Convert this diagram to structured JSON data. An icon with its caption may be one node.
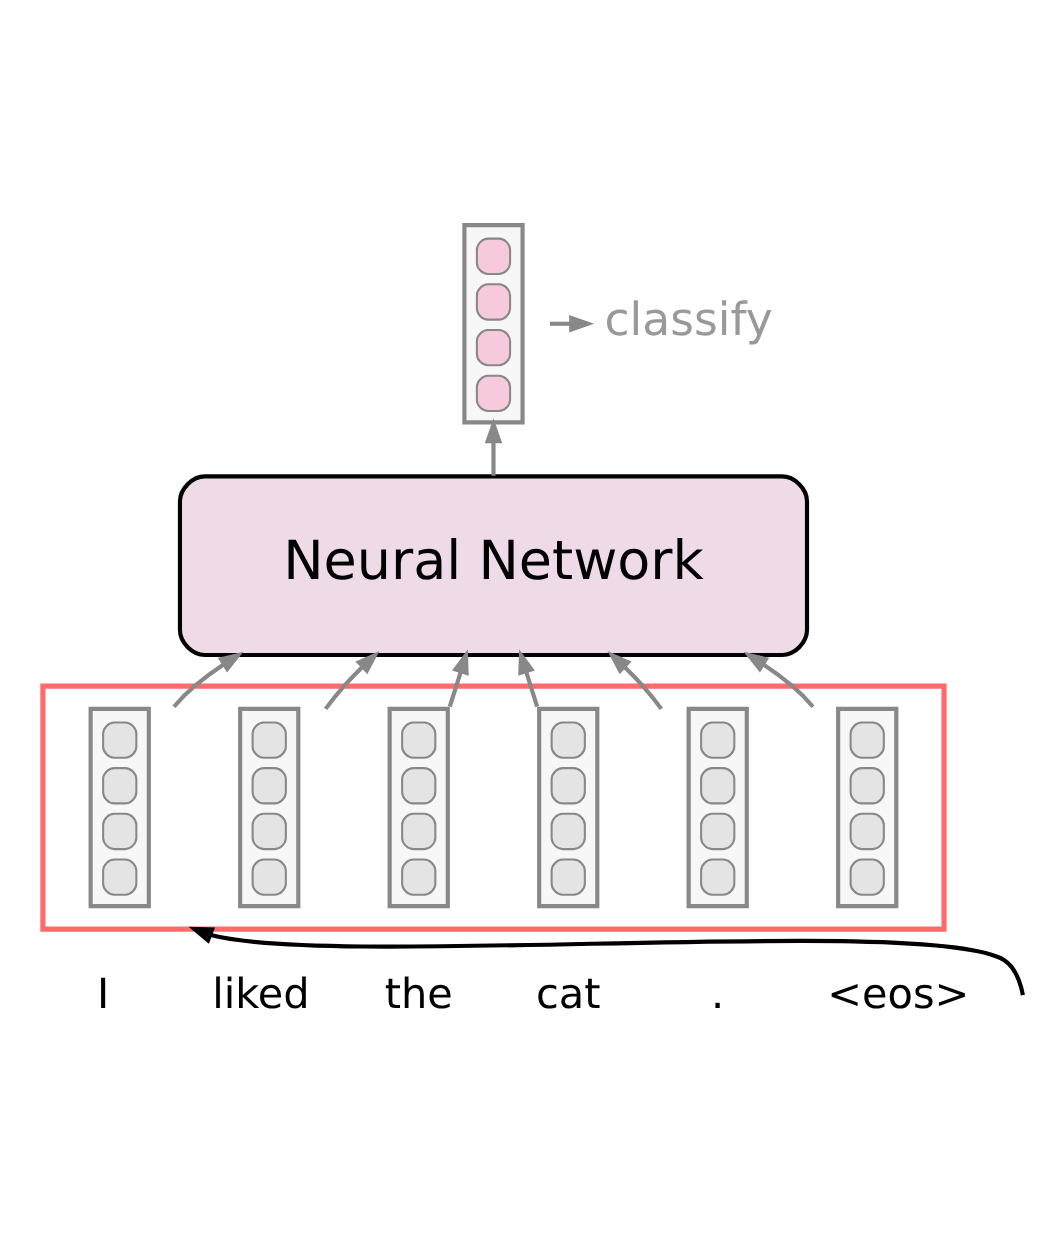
{
  "diagram": {
    "nodes": [
      {
        "text": [],
        "shape": "bar"
      },
      {
        "text": [
          "classify"
        ]
      },
      {
        "text": [
          "Neural Network"
        ]
      },
      {
        "text": [],
        "shape": "box"
      },
      {
        "text": [],
        "shape": "bar",
        "in": 3,
        "beside": [
          "I"
        ]
      },
      {
        "text": [],
        "shape": "bar",
        "in": 3,
        "beside": [
          "liked"
        ]
      },
      {
        "text": [],
        "shape": "bar",
        "in": 3,
        "beside": [
          "the"
        ]
      },
      {
        "text": [],
        "shape": "bar",
        "in": 3,
        "beside": [
          "cat"
        ]
      },
      {
        "text": [],
        "shape": "bar",
        "in": 3,
        "beside": [
          "."
        ]
      },
      {
        "text": [],
        "shape": "bar",
        "in": 3,
        "beside": [
          "<eos>"
        ]
      }
    ],
    "edges": [
      {
        "from": 4,
        "to": 2,
        "arrow": "to"
      },
      {
        "from": 5,
        "to": 2,
        "arrow": "to"
      },
      {
        "from": 6,
        "to": 2,
        "arrow": "to"
      },
      {
        "from": 7,
        "to": 2,
        "arrow": "to"
      },
      {
        "from": 8,
        "to": 2,
        "arrow": "to"
      },
      {
        "from": 9,
        "to": 2,
        "arrow": "to"
      },
      {
        "from": 2,
        "to": 0,
        "arrow": "to"
      },
      {
        "from": 0,
        "to": 1,
        "arrow": "to"
      },
      {
        "from": null,
        "to": 3,
        "arrow": "to",
        "color": "#000000"
      }
    ]
  }
}
